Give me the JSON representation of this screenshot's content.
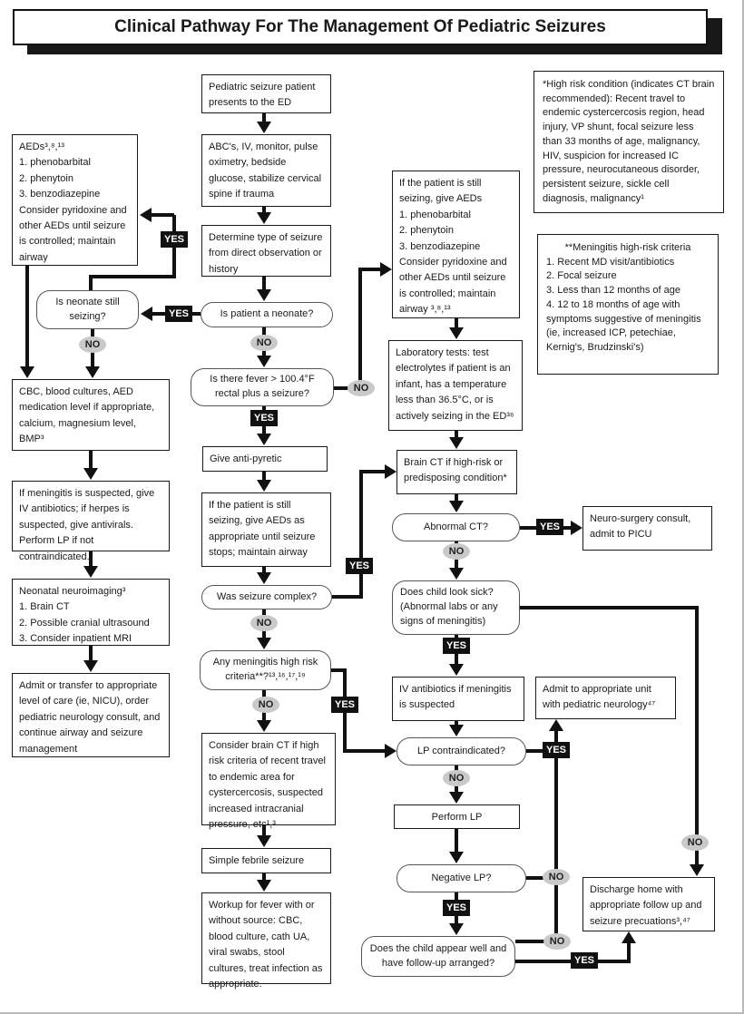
{
  "title": "Clinical Pathway For The Management Of Pediatric Seizures",
  "labels": {
    "yes": "YES",
    "no": "NO"
  },
  "nodes": {
    "aeds1": "AEDs³,⁸,¹³\n1. phenobarbital\n2. phenytoin\n3. benzodiazepine\nConsider pyridoxine and other AEDs until seizure is controlled; maintain airway",
    "neonate_seizing": "Is neonate still seizing?",
    "cbc": "CBC, blood cultures, AED medication level if appropriate, calcium, magnesium level, BMP³",
    "meningitis_tx": "If meningitis is suspected, give IV antibiotics; if herpes is suspected, give antivirals. Perform LP if not contraindicated.",
    "neuroimaging": "Neonatal neuroimaging³\n1. Brain CT\n2. Possible cranial ultrasound\n3. Consider inpatient MRI",
    "admit_nicu": "Admit or transfer to appropriate level of care (ie, NICU), order pediatric neurology consult, and continue airway and seizure management",
    "presents": "Pediatric seizure patient presents to the ED",
    "abc": "ABC's, IV, monitor, pulse oximetry, bedside glucose, stabilize cervical spine if trauma",
    "determine": "Determine type of seizure from direct observation or history",
    "neonate_q": "Is patient a neonate?",
    "fever_q": "Is there fever > 100.4°F rectal plus a seizure?",
    "antipyretic": "Give anti-pyretic",
    "still_seizing": "If the patient is still seizing, give AEDs as appropriate until seizure stops; maintain airway",
    "complex_q": "Was seizure complex?",
    "meningitis_q": "Any meningitis high risk criteria**?¹³,¹⁶,¹⁷,¹⁹",
    "consider_ct": "Consider brain CT if high risk criteria of recent travel to endemic area for cystercercosis, suspected increased intracranial pressure, etc¹,³",
    "febrile": "Simple febrile seizure",
    "workup": "Workup for fever with or without source: CBC, blood culture, cath UA, viral swabs, stool cultures, treat infection as appropriate.",
    "aeds2": "If the patient is still seizing, give AEDs\n1. phenobarbital\n2. phenytoin\n3. benzodiazepine\nConsider pyridoxine and other AEDs until seizure is controlled; maintain airway ³,⁸,¹³",
    "labs": "Laboratory tests: test electrolytes if patient is an infant, has a temperature less than 36.5°C, or is actively seizing in the ED³⁶",
    "brainct": "Brain CT if high-risk or predisposing condition*",
    "abnormal_q": "Abnormal CT?",
    "neurosurg": "Neuro-surgery consult, admit to PICU",
    "looksick_q": "Does child look sick? (Abnormal labs or any signs of meningitis)",
    "ivabx": "IV antibiotics if meningitis is suspected",
    "admit_unit": "Admit to appropriate unit with pediatric neurology⁴⁷",
    "lp_q": "LP contraindicated?",
    "perform_lp": "Perform LP",
    "negative_q": "Negative LP?",
    "appearwell_q": "Does the child appear well and have follow-up arranged?",
    "discharge": "Discharge home with appropriate follow up and seizure precuations³,⁴⁷"
  },
  "notes": {
    "highrisk": "*High risk condition (indicates CT brain recommended): Recent travel to endemic cystercercosis region, head injury, VP shunt, focal seizure less than 33 months of age, malignancy, HIV, suspicion for increased IC pressure, neurocutaneous disorder, persistent seizure, sickle cell diagnosis, malignancy¹",
    "meningitis_title": "**Meningitis high-risk criteria",
    "meningitis_body": "1. Recent MD visit/antibiotics\n2. Focal seizure\n3. Less than 12 months of age\n4. 12 to 18 months of age with symptoms suggestive of meningitis (ie, increased ICP, petechiae, Kernig's, Brudzinski's)"
  }
}
